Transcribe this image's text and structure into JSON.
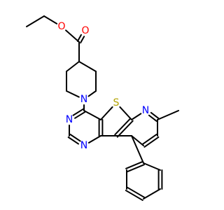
{
  "molecule": {
    "atoms": [
      {
        "id": "c_me1",
        "label": ""
      },
      {
        "id": "c_me2",
        "label": ""
      },
      {
        "id": "o_est",
        "label": "O"
      },
      {
        "id": "c_carb",
        "label": ""
      },
      {
        "id": "o_carb",
        "label": "O"
      },
      {
        "id": "pip4",
        "label": ""
      },
      {
        "id": "pip3a",
        "label": ""
      },
      {
        "id": "pip2a",
        "label": ""
      },
      {
        "id": "pip_n",
        "label": "N"
      },
      {
        "id": "pip2b",
        "label": ""
      },
      {
        "id": "pip3b",
        "label": ""
      },
      {
        "id": "c4",
        "label": ""
      },
      {
        "id": "n3",
        "label": "N"
      },
      {
        "id": "c2",
        "label": ""
      },
      {
        "id": "n1",
        "label": "N"
      },
      {
        "id": "c8b",
        "label": ""
      },
      {
        "id": "c4a",
        "label": ""
      },
      {
        "id": "s",
        "label": "S"
      },
      {
        "id": "c5a",
        "label": ""
      },
      {
        "id": "n6",
        "label": "N"
      },
      {
        "id": "c7",
        "label": ""
      },
      {
        "id": "c_methyl",
        "label": ""
      },
      {
        "id": "c8",
        "label": ""
      },
      {
        "id": "c9",
        "label": ""
      },
      {
        "id": "c9a",
        "label": ""
      },
      {
        "id": "c9b",
        "label": ""
      },
      {
        "id": "ph1",
        "label": ""
      },
      {
        "id": "ph2",
        "label": ""
      },
      {
        "id": "ph3",
        "label": ""
      },
      {
        "id": "ph4",
        "label": ""
      },
      {
        "id": "ph5",
        "label": ""
      },
      {
        "id": "ph6",
        "label": ""
      }
    ],
    "bonds": [
      {
        "a": "c_me1",
        "b": "c_me2",
        "order": 1
      },
      {
        "a": "c_me2",
        "b": "o_est",
        "order": 1
      },
      {
        "a": "o_est",
        "b": "c_carb",
        "order": 1
      },
      {
        "a": "c_carb",
        "b": "o_carb",
        "order": 2
      },
      {
        "a": "c_carb",
        "b": "pip4",
        "order": 1
      },
      {
        "a": "pip4",
        "b": "pip3a",
        "order": 1
      },
      {
        "a": "pip3a",
        "b": "pip2a",
        "order": 1
      },
      {
        "a": "pip2a",
        "b": "pip_n",
        "order": 1
      },
      {
        "a": "pip_n",
        "b": "pip2b",
        "order": 1
      },
      {
        "a": "pip2b",
        "b": "pip3b",
        "order": 1
      },
      {
        "a": "pip3b",
        "b": "pip4",
        "order": 1
      },
      {
        "a": "pip_n",
        "b": "c4",
        "order": 1
      },
      {
        "a": "c4",
        "b": "n3",
        "order": 2
      },
      {
        "a": "n3",
        "b": "c2",
        "order": 1
      },
      {
        "a": "c2",
        "b": "n1",
        "order": 2
      },
      {
        "a": "n1",
        "b": "c8b",
        "order": 1
      },
      {
        "a": "c8b",
        "b": "c4a",
        "order": 2
      },
      {
        "a": "c4a",
        "b": "c4",
        "order": 1
      },
      {
        "a": "c4a",
        "b": "s",
        "order": 1
      },
      {
        "a": "s",
        "b": "c5a",
        "order": 1
      },
      {
        "a": "c5a",
        "b": "c9b",
        "order": 2
      },
      {
        "a": "c9b",
        "b": "c8b",
        "order": 1
      },
      {
        "a": "c5a",
        "b": "n6",
        "order": 1
      },
      {
        "a": "n6",
        "b": "c7",
        "order": 2
      },
      {
        "a": "c7",
        "b": "c_methyl",
        "order": 1
      },
      {
        "a": "c7",
        "b": "c8",
        "order": 1
      },
      {
        "a": "c8",
        "b": "c9",
        "order": 2
      },
      {
        "a": "c9",
        "b": "c9a",
        "order": 1
      },
      {
        "a": "c9a",
        "b": "c9b",
        "order": 1
      },
      {
        "a": "c9a",
        "b": "ph1",
        "order": 1
      },
      {
        "a": "ph1",
        "b": "ph2",
        "order": 2
      },
      {
        "a": "ph2",
        "b": "ph3",
        "order": 1
      },
      {
        "a": "ph3",
        "b": "ph4",
        "order": 2
      },
      {
        "a": "ph4",
        "b": "ph5",
        "order": 1
      },
      {
        "a": "ph5",
        "b": "ph6",
        "order": 2
      },
      {
        "a": "ph6",
        "b": "ph1",
        "order": 1
      }
    ],
    "colors": {
      "bond": "#000000",
      "oxygen": "#ff0000",
      "nitrogen": "#0000ff",
      "sulfur": "#b3a300",
      "background": "#ffffff"
    }
  }
}
